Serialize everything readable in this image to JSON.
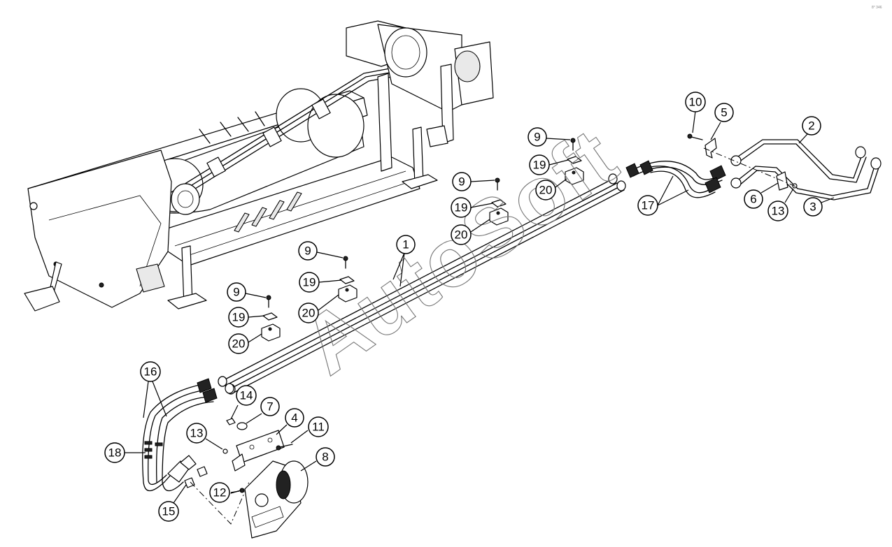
{
  "watermark": "AutoSoft",
  "corner_code": "8° 346",
  "callouts": [
    {
      "label": "1"
    },
    {
      "label": "2"
    },
    {
      "label": "3"
    },
    {
      "label": "4"
    },
    {
      "label": "5"
    },
    {
      "label": "6"
    },
    {
      "label": "7"
    },
    {
      "label": "8"
    },
    {
      "label": "9"
    },
    {
      "label": "9"
    },
    {
      "label": "9"
    },
    {
      "label": "9"
    },
    {
      "label": "10"
    },
    {
      "label": "11"
    },
    {
      "label": "12"
    },
    {
      "label": "13"
    },
    {
      "label": "13"
    },
    {
      "label": "14"
    },
    {
      "label": "15"
    },
    {
      "label": "16"
    },
    {
      "label": "17"
    },
    {
      "label": "18"
    },
    {
      "label": "19"
    },
    {
      "label": "19"
    },
    {
      "label": "19"
    },
    {
      "label": "19"
    },
    {
      "label": "20"
    },
    {
      "label": "20"
    },
    {
      "label": "20"
    },
    {
      "label": "20"
    }
  ]
}
